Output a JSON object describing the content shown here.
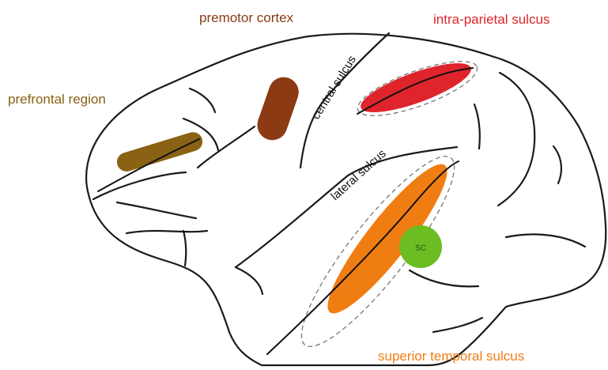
{
  "labels": {
    "premotor": "premotor cortex",
    "intraparietal": "intra-parietal sulcus",
    "prefrontal": "prefrontal region",
    "central_sulcus": "central sulcus",
    "lateral_sulcus": "lateral sulcus",
    "superior_temporal": "superior temporal sulcus",
    "sc": "sc"
  },
  "colors": {
    "premotor": "#8b3a14",
    "intraparietal": "#e0242b",
    "prefrontal": "#8a6214",
    "superior_temporal": "#f07d12",
    "sc_fill": "#6cbd22",
    "sc_text": "#2f6b1a",
    "outline": "#1a1a1a"
  }
}
